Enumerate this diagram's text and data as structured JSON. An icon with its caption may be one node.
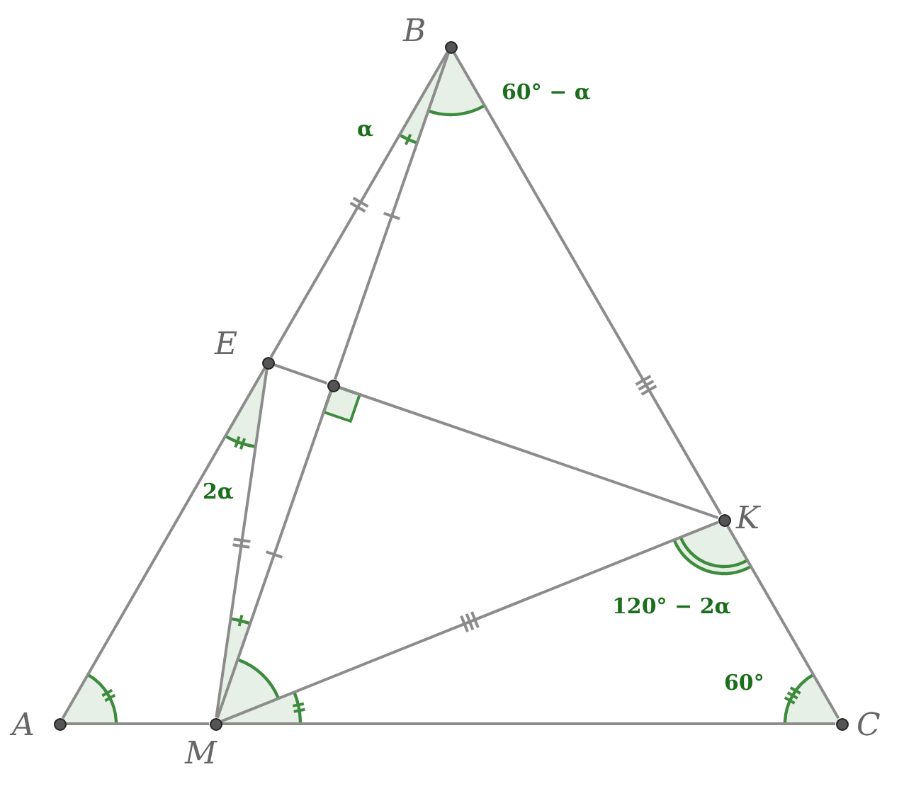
{
  "diagram": {
    "nodes": [
      {
        "text": [
          "A"
        ]
      },
      {
        "text": [
          "B"
        ]
      },
      {
        "text": [
          "C"
        ]
      },
      {
        "text": [
          "E"
        ]
      },
      {
        "text": [
          "K"
        ]
      },
      {
        "text": [
          "M"
        ]
      },
      {
        "text": [],
        "shape": "circle"
      }
    ],
    "edges": [
      {
        "from": 0,
        "to": 3,
        "arrow": "none"
      },
      {
        "from": 3,
        "to": 1,
        "arrow": "none"
      },
      {
        "from": 1,
        "to": 4,
        "arrow": "none"
      },
      {
        "from": 4,
        "to": 2,
        "arrow": "none"
      },
      {
        "from": 0,
        "to": 5,
        "arrow": "none"
      },
      {
        "from": 5,
        "to": 2,
        "arrow": "none"
      },
      {
        "from": 1,
        "to": 6,
        "arrow": "none"
      },
      {
        "from": 6,
        "to": 5,
        "arrow": "none"
      },
      {
        "from": 3,
        "to": 6,
        "arrow": "none"
      },
      {
        "from": 6,
        "to": 4,
        "arrow": "none"
      },
      {
        "from": 5,
        "to": 4,
        "arrow": "none"
      },
      {
        "from": 3,
        "to": 5,
        "arrow": "none"
      }
    ],
    "labels": [
      "α",
      "60° − α",
      "2α",
      "120° − 2α",
      "60°"
    ]
  }
}
